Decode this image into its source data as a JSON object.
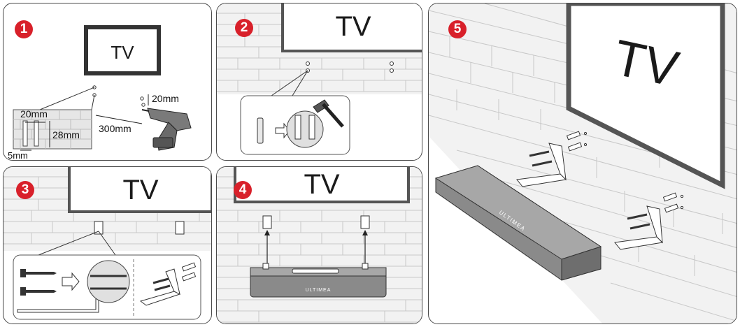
{
  "colors": {
    "badge": "#d8202a",
    "frame": "#555555",
    "brick": "#dcdcdc",
    "wall": "#f1f1f1"
  },
  "steps": [
    {
      "number": "1"
    },
    {
      "number": "2"
    },
    {
      "number": "3"
    },
    {
      "number": "4"
    },
    {
      "number": "5"
    }
  ],
  "tv_label": "TV",
  "brand": "ULTIMEA",
  "measurements": {
    "top_gap": "20mm",
    "bracket_width": "20mm",
    "hole_depth": "28mm",
    "hole_diameter": "5mm",
    "spacing": "300mm"
  }
}
